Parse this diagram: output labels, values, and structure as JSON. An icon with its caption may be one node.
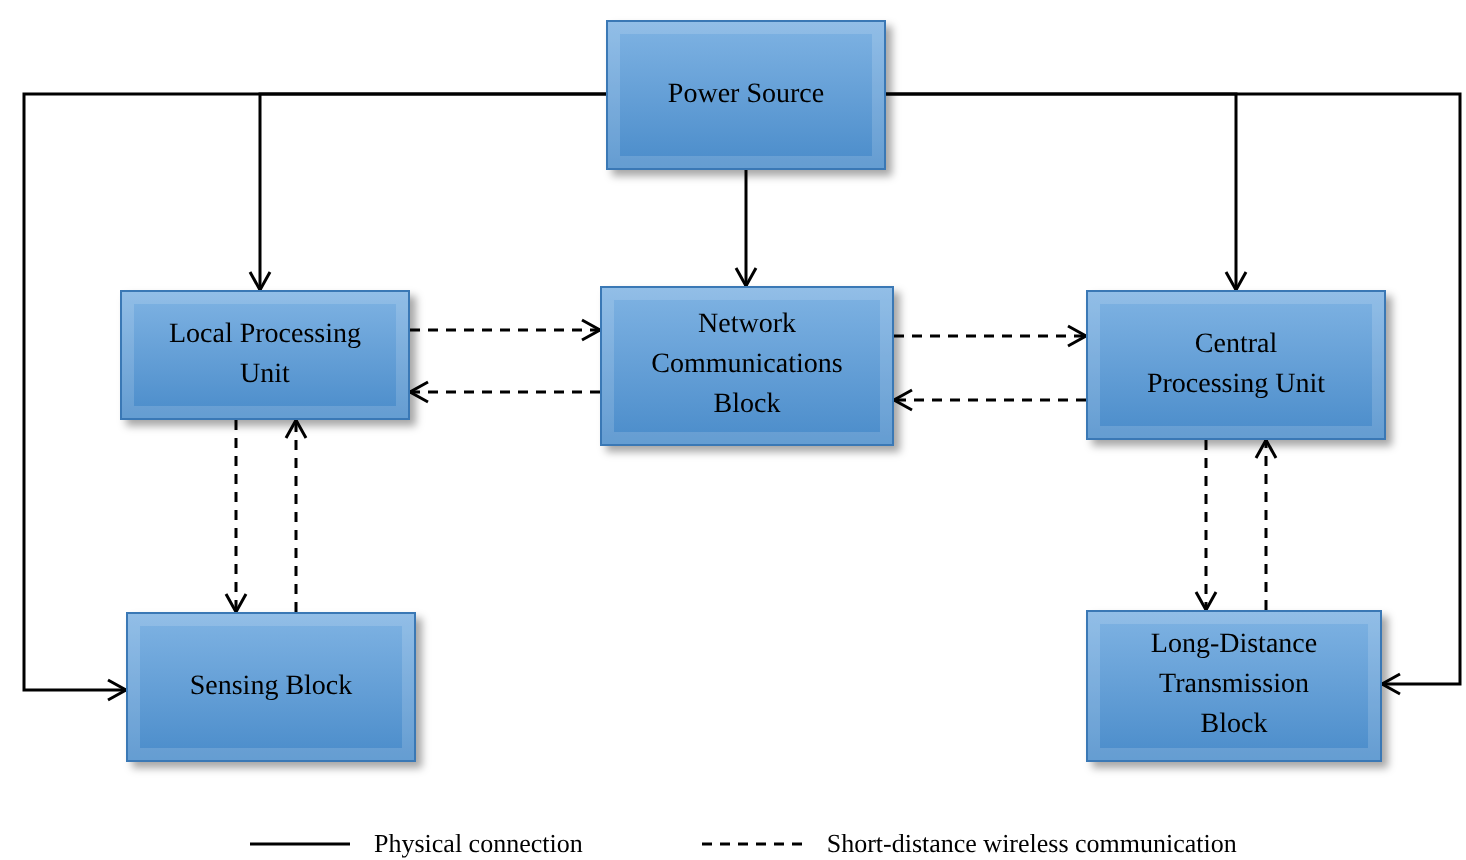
{
  "diagram": {
    "nodes": [
      {
        "text": [
          "Power Source"
        ]
      },
      {
        "text": [
          "Local Processing Unit"
        ]
      },
      {
        "text": [
          "Network Communications Block"
        ]
      },
      {
        "text": [
          "Central Processing Unit"
        ]
      },
      {
        "text": [
          "Sensing Block"
        ]
      },
      {
        "text": [
          "Long-Distance Transmission Block"
        ]
      }
    ],
    "edges": [
      {
        "from": 0,
        "to": 4,
        "arrow": "to"
      },
      {
        "from": 0,
        "to": 1,
        "arrow": "to"
      },
      {
        "from": 0,
        "to": 2,
        "arrow": "to"
      },
      {
        "from": 0,
        "to": 3,
        "arrow": "to"
      },
      {
        "from": 0,
        "to": 5,
        "arrow": "to"
      },
      {
        "from": 1,
        "to": 2,
        "arrow": "to",
        "style": "dashed"
      },
      {
        "from": 2,
        "to": 1,
        "arrow": "to",
        "style": "dashed"
      },
      {
        "from": 2,
        "to": 3,
        "arrow": "to",
        "style": "dashed"
      },
      {
        "from": 3,
        "to": 2,
        "arrow": "to",
        "style": "dashed"
      },
      {
        "from": 1,
        "to": 4,
        "arrow": "to",
        "style": "dashed"
      },
      {
        "from": 4,
        "to": 1,
        "arrow": "to",
        "style": "dashed"
      },
      {
        "from": 3,
        "to": 5,
        "arrow": "to",
        "style": "dashed"
      },
      {
        "from": 5,
        "to": 3,
        "arrow": "to",
        "style": "dashed"
      }
    ],
    "legend": [
      {
        "text": "Physical connection"
      },
      {
        "text": "Short-distance wireless communication"
      }
    ]
  }
}
